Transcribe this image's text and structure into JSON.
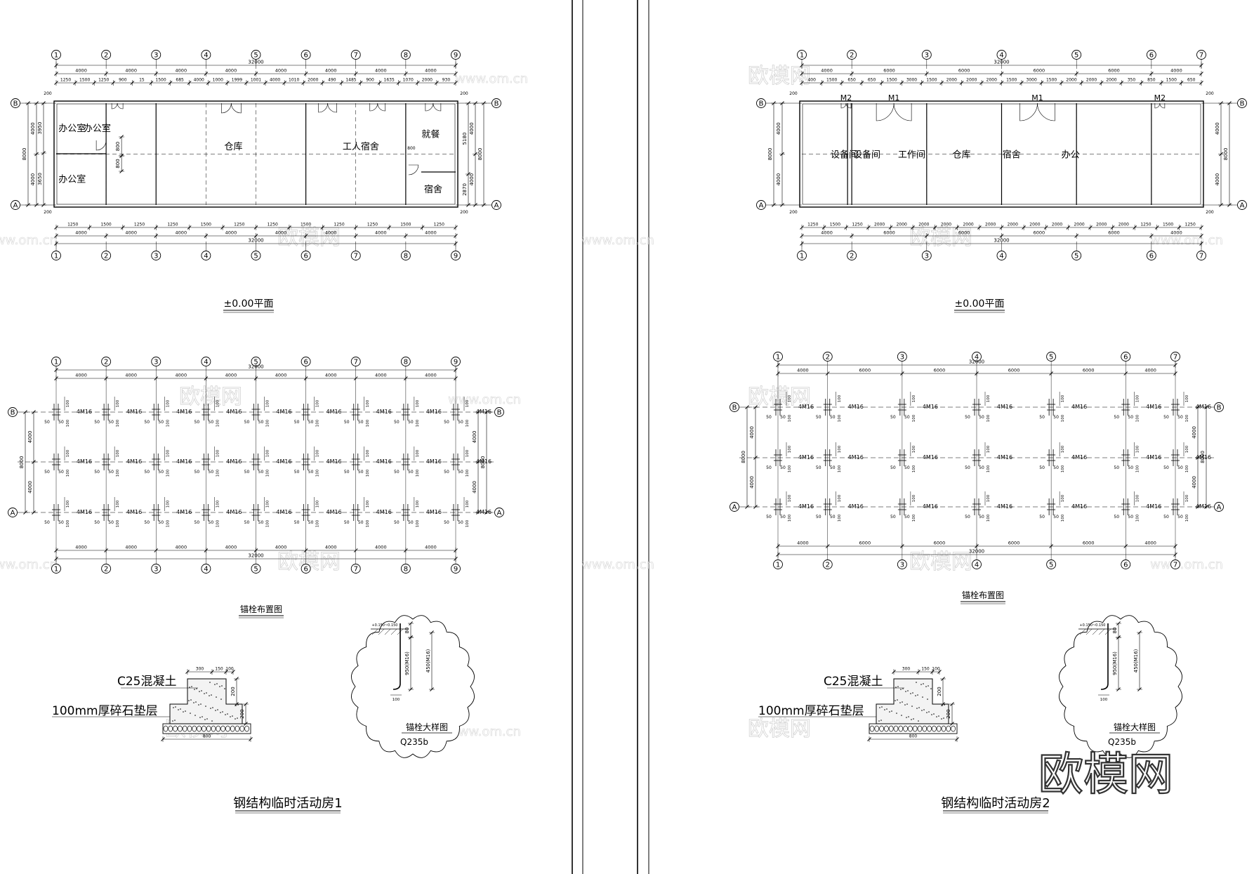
{
  "watermark": {
    "logo": "欧模网",
    "site": "www.om.cn"
  },
  "sheets": [
    {
      "id": "s1",
      "plan": {
        "title": "±0.00平面",
        "axes": [
          "1",
          "2",
          "3",
          "4",
          "5",
          "6",
          "7",
          "8",
          "9"
        ],
        "row_axes": [
          "A",
          "B"
        ],
        "bay_spacings": [
          4000,
          4000,
          4000,
          4000,
          4000,
          4000,
          4000,
          4000
        ],
        "total": "32000",
        "depth": "8000",
        "half_depth": [
          "4000",
          "4000"
        ],
        "top_segments": [
          "1250",
          "1500",
          "1250",
          "900",
          "15",
          "1500",
          "685",
          "4000",
          "1000",
          "1999",
          "1001",
          "4000",
          "1010",
          "2000",
          "490",
          "1485",
          "900",
          "1635",
          "1070",
          "2000",
          "930"
        ],
        "bottom_segments": [
          "1250",
          "1500",
          "1250",
          "1250",
          "1500",
          "1250",
          "1250",
          "1500",
          "1250",
          "1250",
          "1500",
          "1250"
        ],
        "edge": "200",
        "side_dims": [
          "3950",
          "3650",
          "5180",
          "2870"
        ],
        "rooms": [
          {
            "label": "办公室",
            "col": 0.32,
            "row": 0.24
          },
          {
            "label": "办公室",
            "col": 0.82,
            "row": 0.24
          },
          {
            "label": "办公室",
            "col": 0.32,
            "row": 0.74
          },
          {
            "label": "仓库",
            "col": 3.55,
            "row": 0.42
          },
          {
            "label": "工人宿舍",
            "col": 6.1,
            "row": 0.42
          },
          {
            "label": "就餐",
            "col": 7.5,
            "row": 0.3
          },
          {
            "label": "宿舍",
            "col": 7.55,
            "row": 0.84
          }
        ]
      },
      "bolt": {
        "title": "锚栓布置图",
        "bolt_label": "4M16",
        "spacing_a": "50",
        "spacing_b": "100"
      },
      "detail": {
        "concrete": "C25混凝土",
        "gravel": "100mm厚碎石垫层",
        "dims": [
          "300",
          "150",
          "100",
          "200",
          "200",
          "800"
        ],
        "anchor_title": "锚栓大样图",
        "steel": "Q235b",
        "anchor_elev": "+0.150~0.150",
        "anchor_len1": "950(M16)",
        "anchor_len2": "450(M16)",
        "anchor_hook": "100",
        "anchor_top": "80"
      },
      "sheet_title": "钢结构临时活动房1"
    },
    {
      "id": "s2",
      "plan": {
        "title": "±0.00平面",
        "axes": [
          "1",
          "2",
          "3",
          "4",
          "5",
          "6",
          "7"
        ],
        "row_axes": [
          "A",
          "B"
        ],
        "bay_spacings": [
          4000,
          6000,
          6000,
          6000,
          6000,
          4000
        ],
        "total": "32000",
        "depth": "8000",
        "half_depth": [
          "4000",
          "4000"
        ],
        "top_segments": [
          "400",
          "1500",
          "650",
          "650",
          "1500",
          "3000",
          "1500",
          "2000",
          "2000",
          "2000",
          "1500",
          "3000",
          "1500",
          "2000",
          "2000",
          "2000",
          "350",
          "850",
          "1500",
          "650"
        ],
        "bottom_segments": [
          "1250",
          "1500",
          "1250",
          "2000",
          "2000",
          "2000",
          "2000",
          "2000",
          "2000",
          "2000",
          "2000",
          "2000",
          "2000",
          "2000",
          "2000",
          "1250",
          "1500",
          "1250"
        ],
        "edge": "200",
        "doors": [
          "M2",
          "M1",
          "M1",
          "M2"
        ],
        "rooms": [
          {
            "label": "设备间",
            "col": 0.85,
            "row": 0.5
          },
          {
            "label": "设备间",
            "col": 1.3,
            "row": 0.5
          },
          {
            "label": "工作间",
            "col": 2.2,
            "row": 0.5
          },
          {
            "label": "仓库",
            "col": 3.2,
            "row": 0.5
          },
          {
            "label": "宿舍",
            "col": 4.2,
            "row": 0.5
          },
          {
            "label": "办公",
            "col": 5.38,
            "row": 0.5
          }
        ]
      },
      "bolt": {
        "title": "锚栓布置图",
        "bolt_label": "4M16",
        "spacing_a": "50",
        "spacing_b": "100"
      },
      "detail": {
        "concrete": "C25混凝土",
        "gravel": "100mm厚碎石垫层",
        "dims": [
          "300",
          "150",
          "100",
          "200",
          "200",
          "800"
        ],
        "anchor_title": "锚栓大样图",
        "steel": "Q235b",
        "anchor_elev": "+0.150~0.150",
        "anchor_len1": "950(M16)",
        "anchor_len2": "450(M16)",
        "anchor_hook": "100",
        "anchor_top": "80"
      },
      "sheet_title": "钢结构临时活动房2"
    }
  ]
}
